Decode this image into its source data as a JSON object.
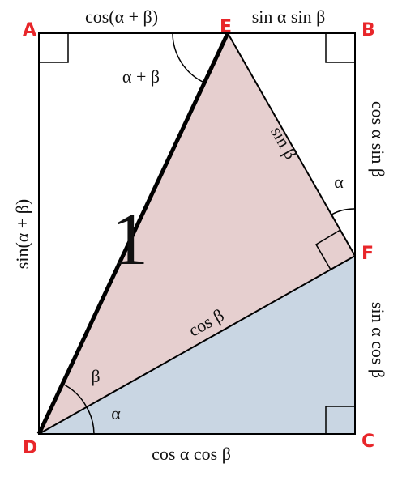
{
  "points": {
    "A": "A",
    "B": "B",
    "C": "C",
    "D": "D",
    "E": "E",
    "F": "F"
  },
  "labels": {
    "top_left": "cos(α + β)",
    "top_right": "sin α sin β",
    "right_upper": "cos α sin β",
    "right_lower": "sin α cos β",
    "bottom": "cos α cos β",
    "left": "sin(α + β)",
    "hypotenuse": "1",
    "ef": "sin β",
    "df": "cos β",
    "angle_e": "α + β",
    "angle_f": "α",
    "angle_d_upper": "β",
    "angle_d_lower": "α"
  },
  "colors": {
    "point_label": "#e8262a",
    "upper_triangle": "#e6cfcf",
    "lower_triangle": "#c9d6e3",
    "line": "#000000"
  }
}
